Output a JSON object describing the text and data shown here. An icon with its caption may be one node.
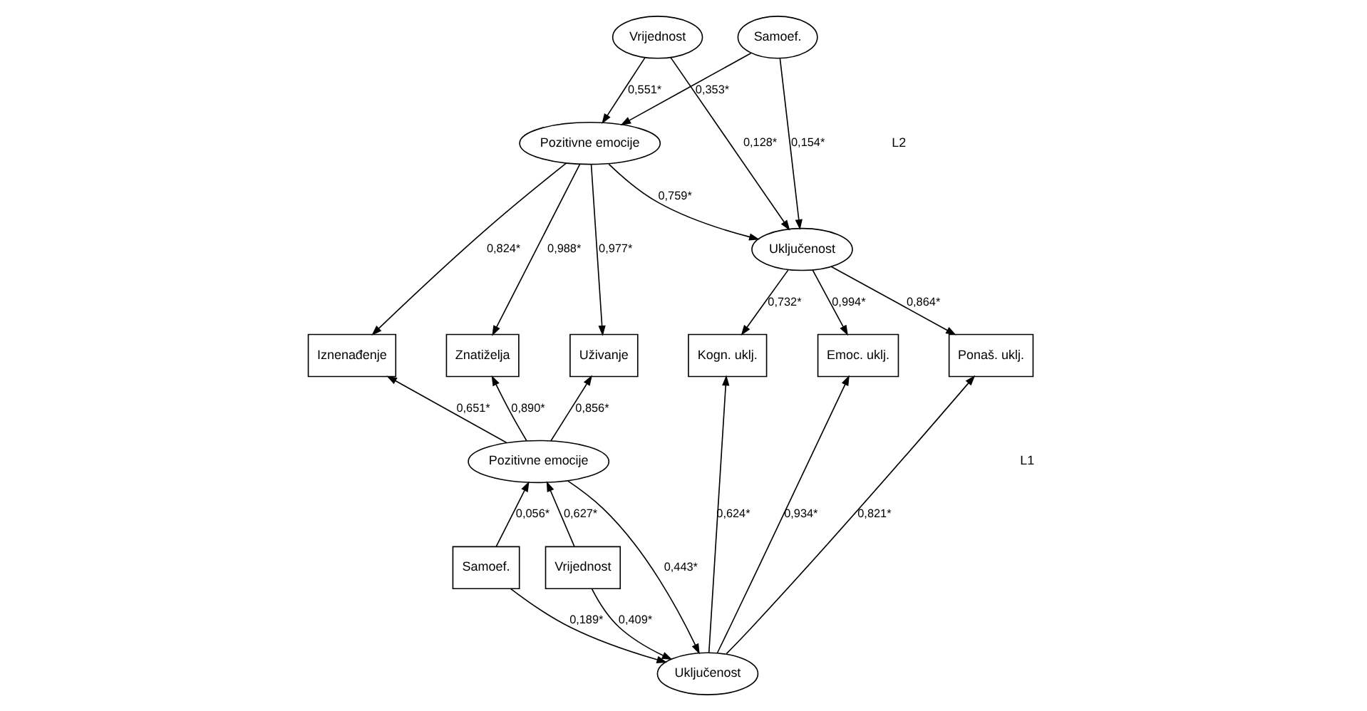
{
  "diagram": {
    "nodes": [
      {
        "text": [
          "Vrijednost"
        ]
      },
      {
        "text": [
          "Samoef."
        ]
      },
      {
        "text": [
          "Pozitivne emocije"
        ]
      },
      {
        "text": [
          "Uključenost"
        ]
      },
      {
        "text": [
          "Iznenađenje"
        ]
      },
      {
        "text": [
          "Znatiželja"
        ]
      },
      {
        "text": [
          "Uživanje"
        ]
      },
      {
        "text": [
          "Kogn. uklj."
        ]
      },
      {
        "text": [
          "Emoc. uklj."
        ]
      },
      {
        "text": [
          "Ponaš. uklj."
        ]
      },
      {
        "text": [
          "Samoef."
        ]
      },
      {
        "text": [
          "Vrijednost"
        ]
      },
      {
        "text": [
          "Pozitivne emocije"
        ]
      },
      {
        "text": [
          "Uključenost"
        ]
      }
    ],
    "edges": [
      {
        "from": 1,
        "to": 3,
        "arrow": "to",
        "label": "0,154*"
      },
      {
        "from": 0,
        "to": 3,
        "arrow": "to",
        "label": "0,128*"
      },
      {
        "from": 0,
        "to": 2,
        "arrow": "to",
        "label": "0,551*"
      },
      {
        "from": 1,
        "to": 2,
        "arrow": "to",
        "label": "0,353*"
      },
      {
        "from": 2,
        "to": 3,
        "arrow": "to",
        "label": "0,759*"
      },
      {
        "from": 2,
        "to": 4,
        "arrow": "to",
        "label": "0,824*"
      },
      {
        "from": 2,
        "to": 5,
        "arrow": "to",
        "label": "0,988*"
      },
      {
        "from": 2,
        "to": 6,
        "arrow": "to",
        "label": "0,977*"
      },
      {
        "from": 3,
        "to": 7,
        "arrow": "to",
        "label": "0,732*"
      },
      {
        "from": 3,
        "to": 8,
        "arrow": "to",
        "label": "0,994*"
      },
      {
        "from": 3,
        "to": 9,
        "arrow": "to",
        "label": "0,864*"
      },
      {
        "from": 12,
        "to": 4,
        "arrow": "to",
        "label": "0,651*"
      },
      {
        "from": 12,
        "to": 5,
        "arrow": "to",
        "label": "0,890*"
      },
      {
        "from": 12,
        "to": 6,
        "arrow": "to",
        "label": "0,856*"
      },
      {
        "from": 13,
        "to": 7,
        "arrow": "to",
        "label": "0,624*"
      },
      {
        "from": 13,
        "to": 8,
        "arrow": "to",
        "label": "0,934*"
      },
      {
        "from": 13,
        "to": 9,
        "arrow": "to",
        "label": "0,821*"
      },
      {
        "from": 10,
        "to": 12,
        "arrow": "to",
        "label": "0,056*"
      },
      {
        "from": 11,
        "to": 12,
        "arrow": "to",
        "label": "0,627*"
      },
      {
        "from": 12,
        "to": 13,
        "arrow": "to",
        "label": "0,443*"
      },
      {
        "from": 11,
        "to": 13,
        "arrow": "to",
        "label": "0,409*"
      },
      {
        "from": 10,
        "to": 13,
        "arrow": "to",
        "label": "0,189*"
      }
    ],
    "labels": [
      "L2",
      "L1"
    ]
  }
}
